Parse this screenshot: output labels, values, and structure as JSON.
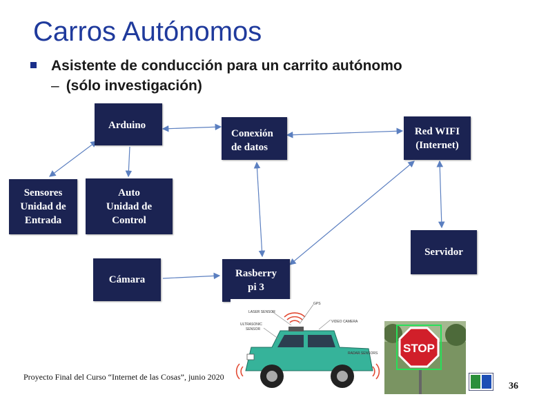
{
  "slide": {
    "title": "Carros Autónomos",
    "bullet": "Asistente de conducción para un carrito autónomo",
    "sub_dash": "–",
    "sub_bullet": "(sólo investigación)",
    "footer": "Proyecto Final del Curso “Internet de las Cosas”, junio 2020",
    "page_number": "36"
  },
  "diagram": {
    "arduino": "Arduino",
    "conexion": "Conexión\nde datos",
    "red_wifi": "Red WIFI\n(Internet)",
    "sensores": "Sensores\nUnidad de\nEntrada",
    "auto": "Auto\nUnidad de\nControl",
    "servidor": "Servidor",
    "camara": "Cámara",
    "rasberry": "Rasberry\npi 3"
  },
  "car_labels": {
    "gps": "GPS",
    "laser": "LASER SENSOR",
    "video": "VIDEO CAMERA",
    "ultrasonic": "ULTRASONIC\nSENSOR",
    "radar": "RADAR SENSORS"
  },
  "stop_sign": "STOP",
  "colors": {
    "title": "#1f3a9c",
    "box": "#1b2352",
    "arrow": "#5b7fc0",
    "car": "#36b39a"
  }
}
